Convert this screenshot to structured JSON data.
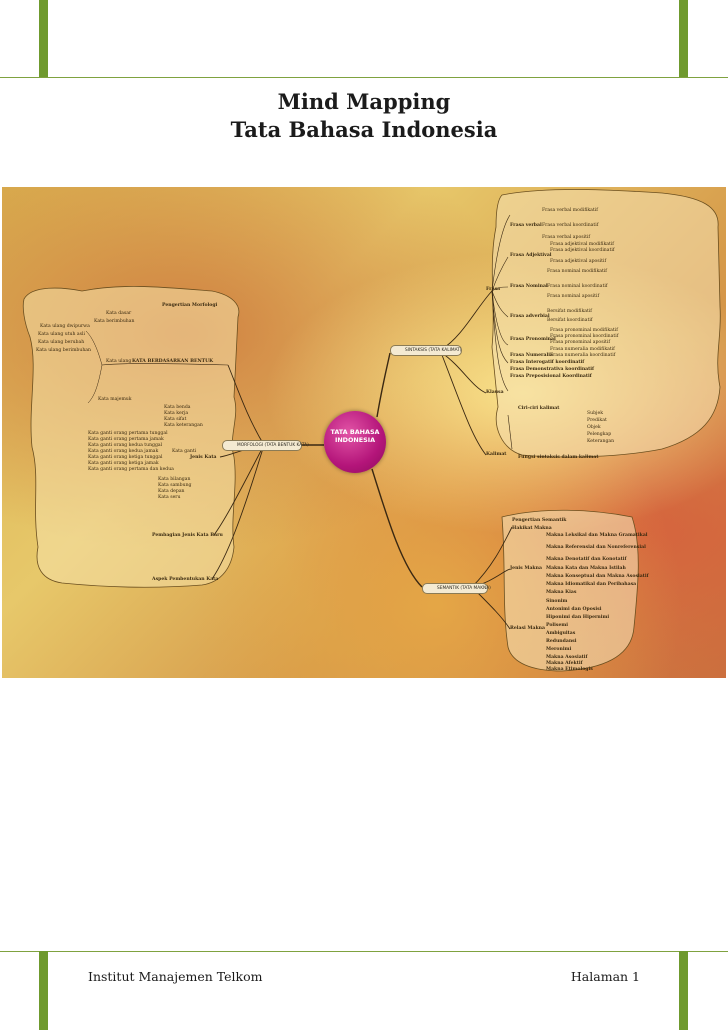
{
  "document": {
    "title_line1": "Mind Mapping",
    "title_line2": "Tata Bahasa Indonesia"
  },
  "footer": {
    "left": "Institut Manajemen Telkom",
    "right": "Halaman 1"
  },
  "mindmap": {
    "central_topic": "TATA BAHASA\nINDONESIA",
    "branches": {
      "sintaksis": "SINTAKSIS (TATA KALIMAT)",
      "morfologi": "MORFOLOGI (TATA BENTUK KATA)",
      "semantik": "SEMANTIK (TATA MAKNA)"
    },
    "sintaksis_nodes": {
      "frasa": "Frasa",
      "frasa_verbal": "Frasa verbal",
      "frasa_adjektival": "Frasa Adjektival",
      "frasa_nominal": "Frasa Nominal",
      "frasa_adverbial": "Frasa adverbial",
      "frasa_pronominal": "Frasa Pronominal",
      "frasa_numeralia": "Frasa Numeralia",
      "frasa_interogatif": "Frasa Interogatif koordinatif",
      "frasa_demonstrativa": "Frasa Demonstrativa koordinatif",
      "frasa_preposisional": "Frasa Preposisional Koordinatif",
      "klausa": "Klausa",
      "kalimat": "Kalimat",
      "ciri_kalimat": "Ciri-ciri kalimat",
      "fungsi_kalimat": "Fungsi sintaksis dalam kalimat",
      "detail_verbal_1": "Frasa verbal modifikatif",
      "detail_verbal_2": "Frasa verbal koordinatif",
      "detail_verbal_3": "Frasa verbal apositif",
      "detail_adj_1": "Frasa adjektival modifikatif",
      "detail_adj_2": "Frasa adjektival koordinatif",
      "detail_adj_3": "Frasa adjektival apositif",
      "detail_nom_1": "Frasa nominal modifikatif",
      "detail_nom_2": "Frasa nominal koordinatif",
      "detail_nom_3": "Frasa nominal apositif",
      "detail_adv_1": "Bersifat modifikatif",
      "detail_adv_2": "Bersifat koordinatif",
      "detail_pro_1": "Frasa pronominal modifikatif",
      "detail_pro_2": "Frasa pronominal koordinatif",
      "detail_pro_3": "Frasa pronominal apositif",
      "detail_num_1": "Frasa numeralia modifikatif",
      "detail_num_2": "Frasa numeralia koordinatif",
      "fungsi_1": "Subjek",
      "fungsi_2": "Predikat",
      "fungsi_3": "Objek",
      "fungsi_4": "Pelengkap",
      "fungsi_5": "Keterangan"
    },
    "morfologi_nodes": {
      "pengertian": "Pengertian Morfologi",
      "kata_dasar": "Kata dasar",
      "kata_berimbuhan": "Kata berimbuhan",
      "kata_berdasarkan": "KATA BERDASARKAN BENTUK",
      "kata_ulang": "Kata ulang",
      "kata_majemuk": "Kata majemuk",
      "jenis_kata": "Jenis Kata",
      "pembagian": "Pembagian Jenis Kata Baru",
      "aspek": "Aspek Pembentukan Kata",
      "ulang_1": "Kata ulang dwipurwa",
      "ulang_2": "Kata ulang utuh asli",
      "ulang_3": "Kata ulang berubah",
      "ulang_4": "Kata ulang berimbuhan",
      "jenis_1": "Kata benda",
      "jenis_2": "Kata kerja",
      "jenis_3": "Kata sifat",
      "jenis_4": "Kata keterangan",
      "jenis_5": "Kata ganti",
      "jenis_6": "Kata bilangan",
      "jenis_7": "Kata sambung",
      "jenis_8": "Kata depan",
      "jenis_9": "Kata seru",
      "ganti_1": "Kata ganti orang pertama tunggal",
      "ganti_2": "Kata ganti orang pertama jamak",
      "ganti_3": "Kata ganti orang kedua tunggal",
      "ganti_4": "Kata ganti orang kedua jamak",
      "ganti_5": "Kata ganti orang ketiga tunggal",
      "ganti_6": "Kata ganti orang ketiga jamak",
      "ganti_7": "Kata ganti orang pertama dan kedua"
    },
    "semantik_nodes": {
      "pengertian": "Pengertian Semantik",
      "hakikat": "Hakikat Makna",
      "jenis_makna": "Jenis Makna",
      "relasi": "Relasi Makna",
      "makna_1": "Makna Leksikal dan Makna Gramatikal",
      "makna_2": "Makna Referensial dan Nonreferensial",
      "makna_3": "Makna Denotatif dan Konotatif",
      "makna_4": "Makna Kata dan Makna Istilah",
      "makna_5": "Makna Konseptual dan Makna Asosiatif",
      "makna_6": "Makna Idiomatikal dan Peribahasa",
      "makna_7": "Makna Kias",
      "relasi_1": "Sinonim",
      "relasi_2": "Antonimi dan Oposisi",
      "relasi_3": "Hiponimi dan Hipernimi",
      "relasi_4": "Polisemi",
      "relasi_5": "Ambiguitas",
      "relasi_6": "Redundansi",
      "relasi_7": "Meronimi",
      "relasi_8": "Makna Asosiatif",
      "relasi_9": "Makna Afektif",
      "relasi_10": "Makna Etimologis"
    }
  },
  "colors": {
    "accent_green": "#6f9a2e",
    "hub_magenta": "#b4157a"
  }
}
